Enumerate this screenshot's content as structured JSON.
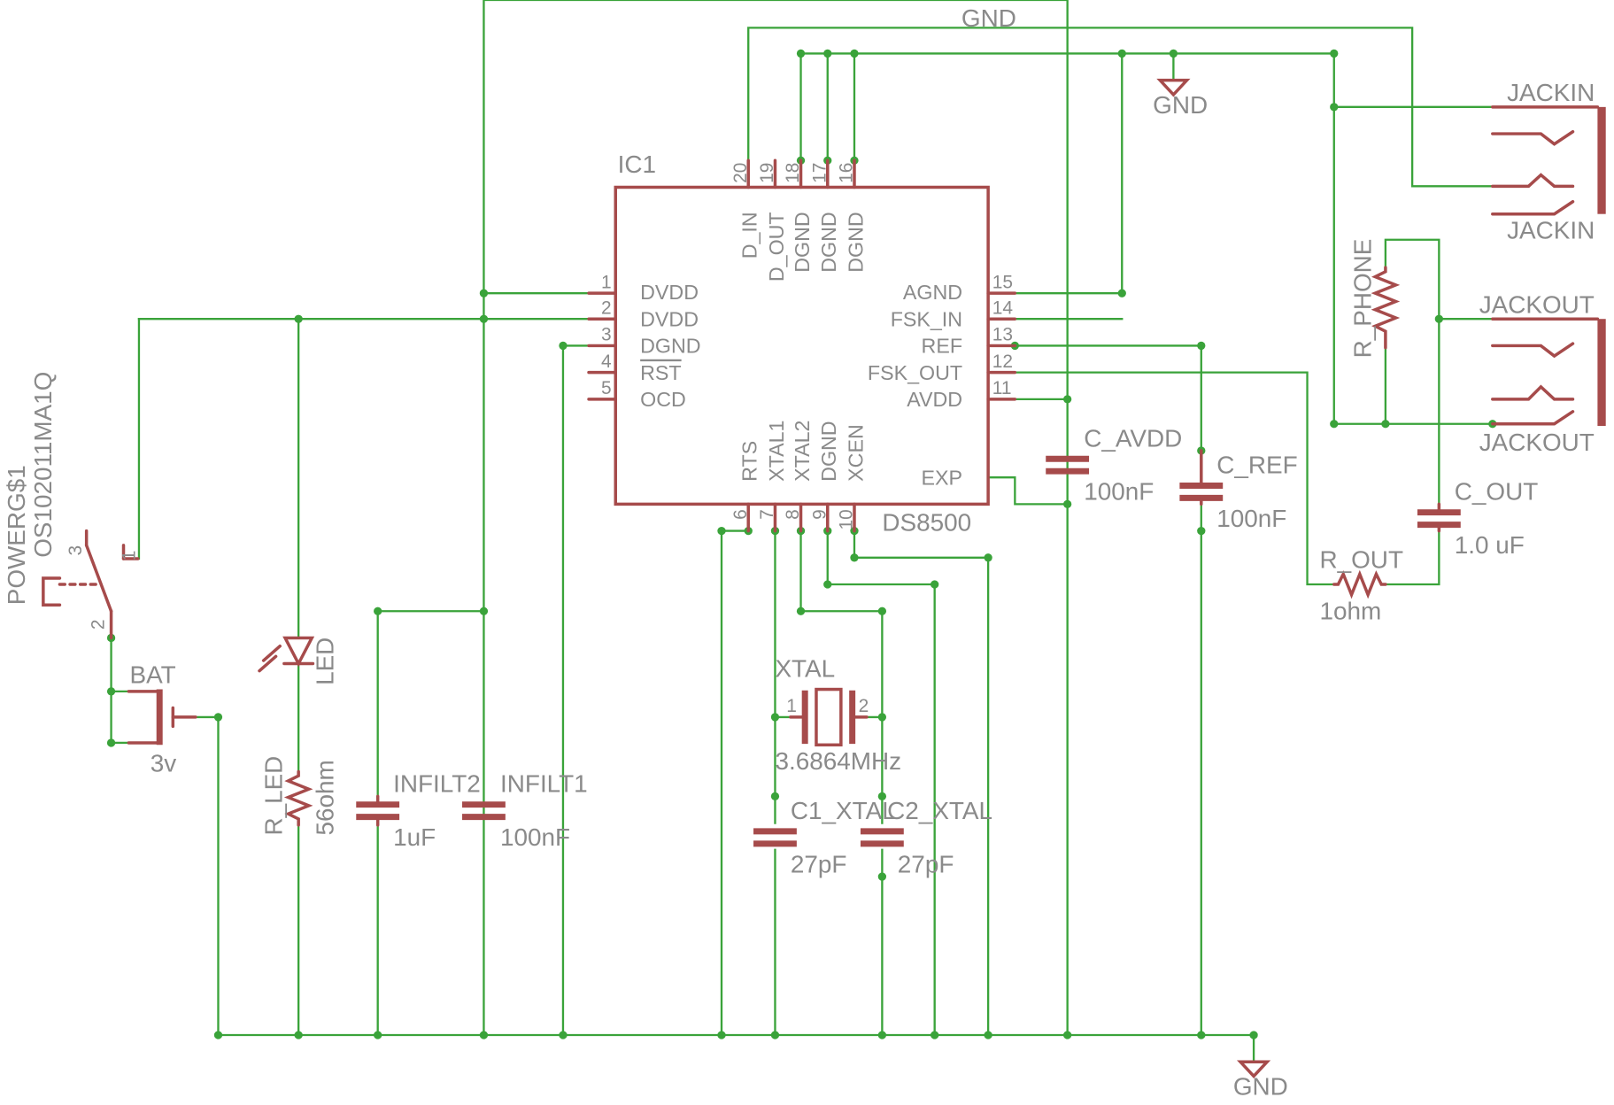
{
  "ic": {
    "name": "IC1",
    "value": "DS8500",
    "left_pins": [
      {
        "num": "1",
        "name": "DVDD"
      },
      {
        "num": "2",
        "name": "DVDD"
      },
      {
        "num": "3",
        "name": "DGND"
      },
      {
        "num": "4",
        "name": "RST"
      },
      {
        "num": "5",
        "name": "OCD"
      }
    ],
    "right_pins": [
      {
        "num": "15",
        "name": "AGND"
      },
      {
        "num": "14",
        "name": "FSK_IN"
      },
      {
        "num": "13",
        "name": "REF"
      },
      {
        "num": "12",
        "name": "FSK_OUT"
      },
      {
        "num": "11",
        "name": "AVDD"
      }
    ],
    "top_pins": [
      {
        "num": "20",
        "name": "D_IN"
      },
      {
        "num": "19",
        "name": "D_OUT"
      },
      {
        "num": "18",
        "name": "DGND"
      },
      {
        "num": "17",
        "name": "DGND"
      },
      {
        "num": "16",
        "name": "DGND"
      }
    ],
    "bottom_pins": [
      {
        "num": "6",
        "name": "RTS"
      },
      {
        "num": "7",
        "name": "XTAL1"
      },
      {
        "num": "8",
        "name": "XTAL2"
      },
      {
        "num": "9",
        "name": "DGND"
      },
      {
        "num": "10",
        "name": "XCEN"
      }
    ],
    "exp_label": "EXP"
  },
  "gnd_symbols": [
    {
      "id": "gnd-top-right",
      "label": "GND"
    },
    {
      "id": "gnd-bottom",
      "label": "GND"
    }
  ],
  "net_labels": {
    "gnd_top": "GND"
  },
  "switch": {
    "name": "POWERG$1",
    "value": "OS102011MA1Q",
    "pin1": "1",
    "pin2": "2",
    "pin3": "3"
  },
  "battery": {
    "name": "BAT",
    "value": "3v"
  },
  "led": {
    "name": "LED"
  },
  "r_led": {
    "name": "R_LED",
    "value": "56ohm"
  },
  "infilt2": {
    "name": "INFILT2",
    "value": "1uF"
  },
  "infilt1": {
    "name": "INFILT1",
    "value": "100nF"
  },
  "xtal": {
    "name": "XTAL",
    "value": "3.6864MHz",
    "pin1": "1",
    "pin2": "2"
  },
  "c1_xtal": {
    "name": "C1_XTAL",
    "value": "27pF"
  },
  "c2_xtal": {
    "name": "C2_XTAL",
    "value": "27pF"
  },
  "c_avdd": {
    "name": "C_AVDD",
    "value": "100nF"
  },
  "c_ref": {
    "name": "C_REF",
    "value": "100nF"
  },
  "c_out": {
    "name": "C_OUT",
    "value": "1.0 uF"
  },
  "r_out": {
    "name": "R_OUT",
    "value": "1ohm"
  },
  "r_phone": {
    "name": "R_PHONE"
  },
  "jackin": {
    "label_top": "JACKIN",
    "label_bottom": "JACKIN"
  },
  "jackout": {
    "label_top": "JACKOUT",
    "label_bottom": "JACKOUT"
  },
  "colors": {
    "wire": "#3aa33a",
    "part": "#a64b4b",
    "text": "#8a8a8a",
    "background": "#ffffff"
  }
}
